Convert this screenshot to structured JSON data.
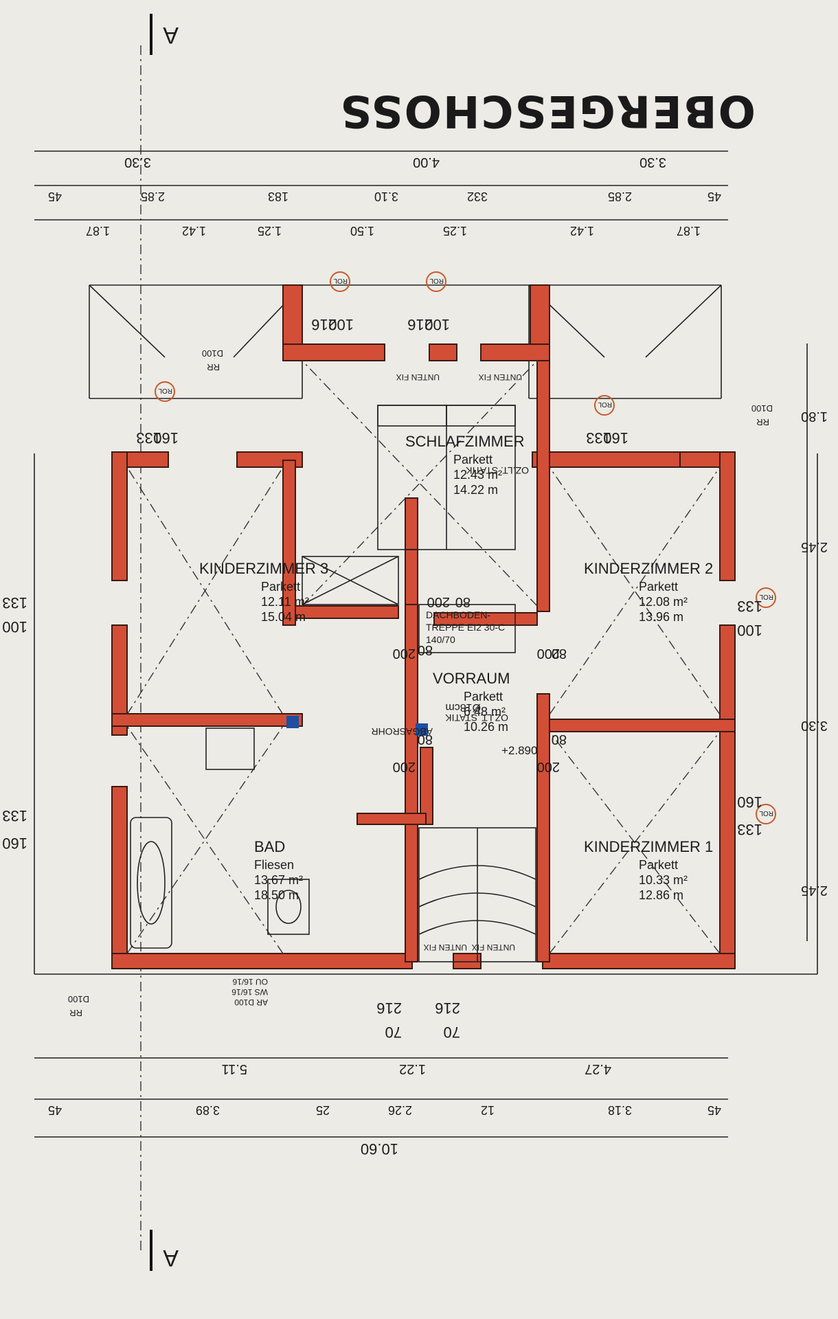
{
  "plan": {
    "title": "OBERGESCHOSS",
    "section_marker": "A",
    "rooms": {
      "schlafzimmer": {
        "name": "SCHLAFZIMMER",
        "floor": "Parkett",
        "area1": "12.43 m²",
        "area2": "14.22 m"
      },
      "kinderzimmer2": {
        "name": "KINDERZIMMER 2",
        "floor": "Parkett",
        "area1": "12.08 m²",
        "area2": "13.96 m"
      },
      "kinderzimmer3": {
        "name": "KINDERZIMMER 3",
        "floor": "Parkett",
        "area1": "12.11 m²",
        "area2": "15.04 m"
      },
      "kinderzimmer1": {
        "name": "KINDERZIMMER 1",
        "floor": "Parkett",
        "area1": "10.33 m²",
        "area2": "12.86 m"
      },
      "vorraum": {
        "name": "VORRAUM",
        "floor": "Parkett",
        "area1": "6.48 m²",
        "area2": "10.26 m",
        "level": "+2.890"
      },
      "bad": {
        "name": "BAD",
        "floor": "Fliesen",
        "area1": "13.67 m²",
        "area2": "18.50 m"
      }
    },
    "stair_box": {
      "line1": "DACHBODEN-",
      "line2": "TREPPE EI2 30-C",
      "line3": "140/70"
    },
    "notes": {
      "statik": "OZ.LT. STATIK",
      "abgasrohr": "ABGASROHR",
      "chimney": "Ø18cm",
      "unten_fix": "UNTEN FIX",
      "rr": "RR",
      "d100": "D100",
      "ar": "AR D100",
      "ws": "WS 16/16",
      "ou": "OU 16/16",
      "rol": "ROL"
    },
    "dims_top": {
      "r1": [
        "3.30",
        "4.00",
        "3.30"
      ],
      "r2": [
        "45",
        "2.85",
        "3.10",
        "183",
        "332",
        "2.85",
        "45"
      ],
      "r3": [
        "1.87",
        "1.42",
        "1.25",
        "1.50",
        "1.25",
        "1.42",
        "1.87"
      ]
    },
    "dims_bottom": {
      "r1": [
        "5.11",
        "1.22",
        "4.27"
      ],
      "r2": [
        "45",
        "3.89",
        "25",
        "2.26",
        "12",
        "3.18",
        "45"
      ],
      "total": "10.60"
    },
    "dims_right": [
      "1.80",
      "2.45",
      "3.30",
      "2.45"
    ],
    "openings": {
      "w216": "216",
      "w100": "100",
      "w160": "160",
      "w133": "133",
      "w70": "70",
      "d80": "80",
      "d200": "200"
    }
  }
}
